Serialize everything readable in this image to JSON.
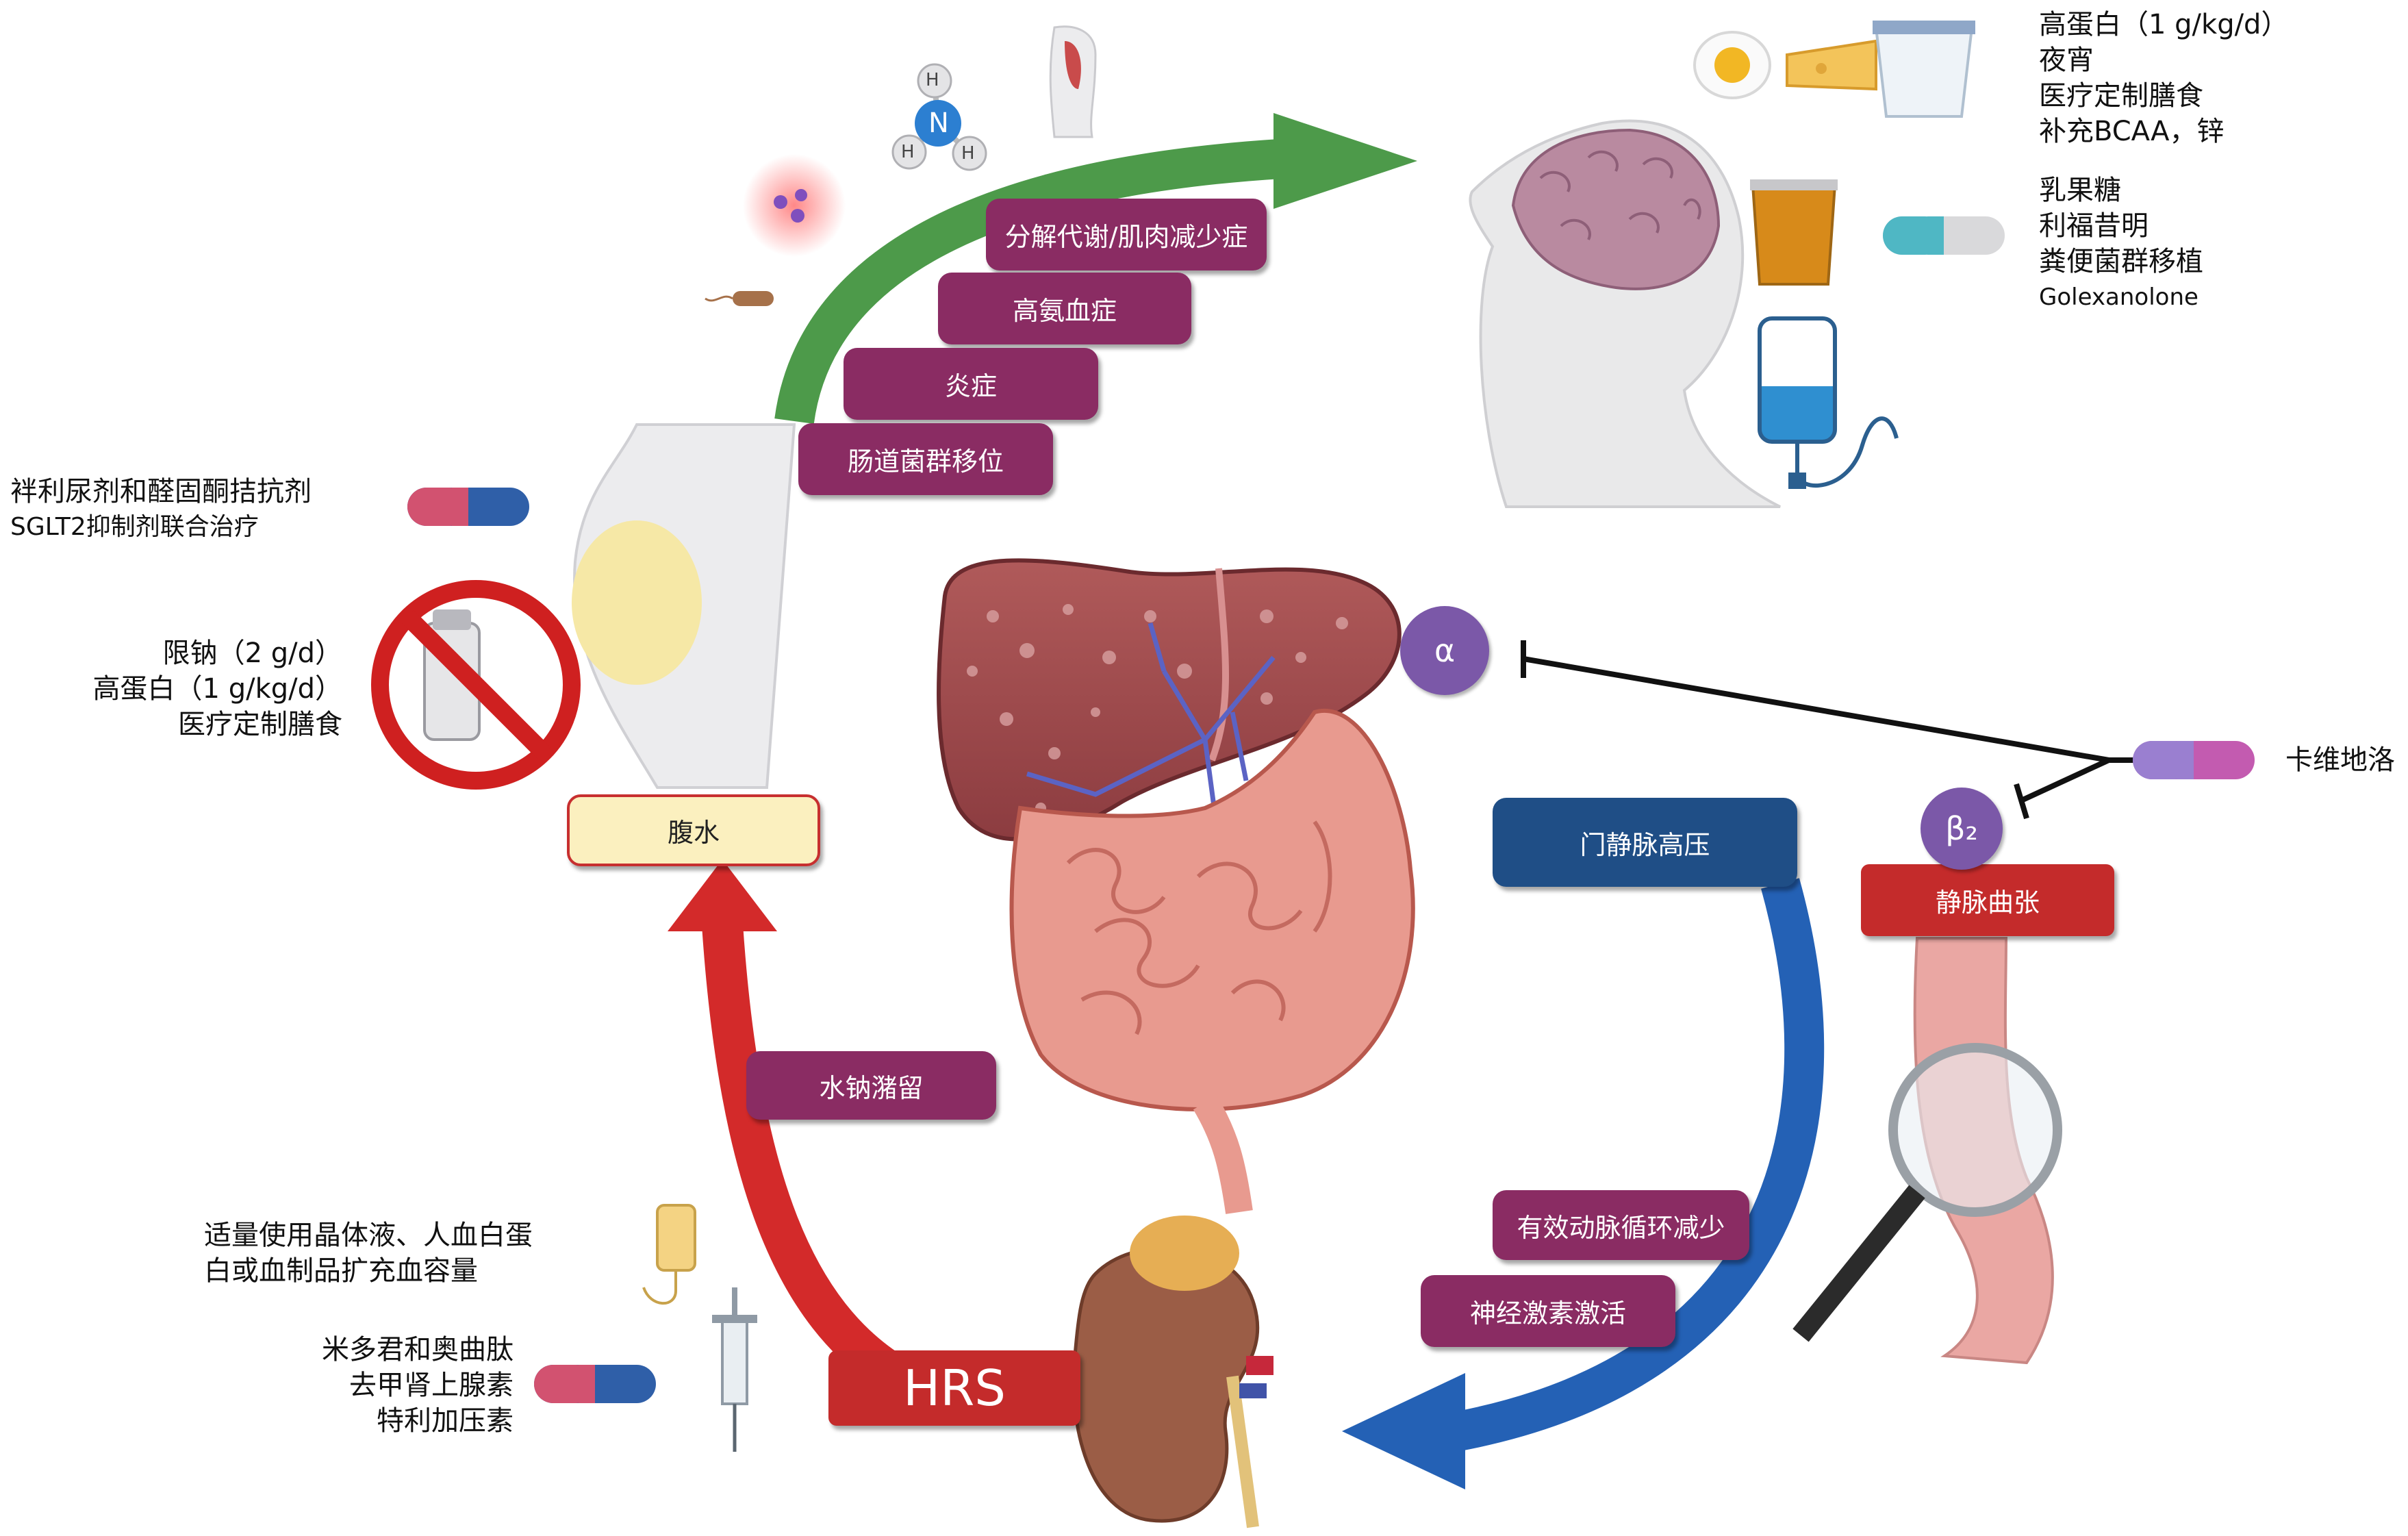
{
  "boxes": {
    "catabolism": "分解代谢/肌肉减少症",
    "hyperammonemia": "高氨血症",
    "inflammation": "炎症",
    "bacterial_translocation": "肠道菌群移位",
    "ascites": "腹水",
    "portal_hypertension": "门静脉高压",
    "varices": "静脉曲张",
    "water_sodium_retention": "水钠潴留",
    "hrs": "HRS",
    "reduced_circulation": "有效动脉循环减少",
    "neurohormonal_activation": "神经激素激活"
  },
  "receptors": {
    "alpha": "α",
    "beta2": "β₂"
  },
  "ammonia_atoms": {
    "h": "H",
    "n": "N"
  },
  "texts": {
    "he_nutrition": [
      "高蛋白（1 g/kg/d）",
      "夜宵",
      "医疗定制膳食",
      "补充BCAA，锌"
    ],
    "he_drugs": [
      "乳果糖",
      "利福昔明",
      "粪便菌群移植",
      "Golexanolone"
    ],
    "ascites_drugs": [
      "袢利尿剂和醛固酮拮抗剂",
      "SGLT2抑制剂联合治疗"
    ],
    "ascites_diet": [
      "限钠（2 g/d）",
      "高蛋白（1 g/kg/d）",
      "医疗定制膳食"
    ],
    "carvedilol": "卡维地洛",
    "volume_expansion": [
      "适量使用晶体液、人血白蛋",
      "白或血制品扩充血容量"
    ],
    "hrs_drugs": [
      "米多君和奥曲肽",
      "去甲肾上腺素",
      "特利加压素"
    ]
  },
  "colors": {
    "purple_box": "#8a2c63",
    "blue_box": "#1f4e86",
    "red_box": "#c42b2b",
    "green_arrow": "#4d9a4a",
    "blue_arrow": "#2461b5",
    "red_arrow": "#d32a2a",
    "receptor": "#7b58a8"
  }
}
